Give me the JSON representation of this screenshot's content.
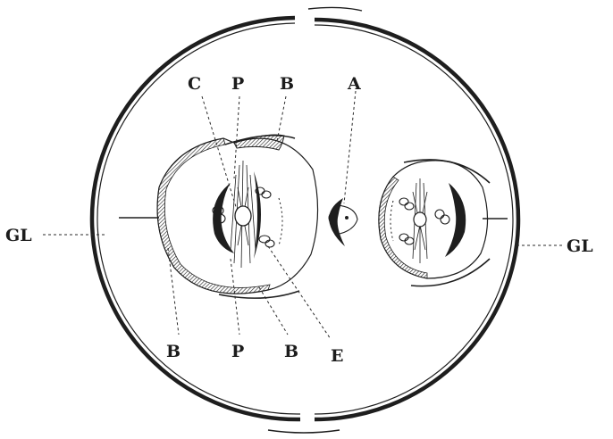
{
  "figure": {
    "labels": {
      "gl_left": "GL",
      "gl_right": "GL",
      "c": "C",
      "p_top": "P",
      "b_top": "B",
      "a": "A",
      "b_bottom_left": "B",
      "p_bottom": "P",
      "b_bottom_mid": "B",
      "e": "E"
    },
    "ink_color": "#1e1e1e",
    "background": "#ffffff"
  }
}
